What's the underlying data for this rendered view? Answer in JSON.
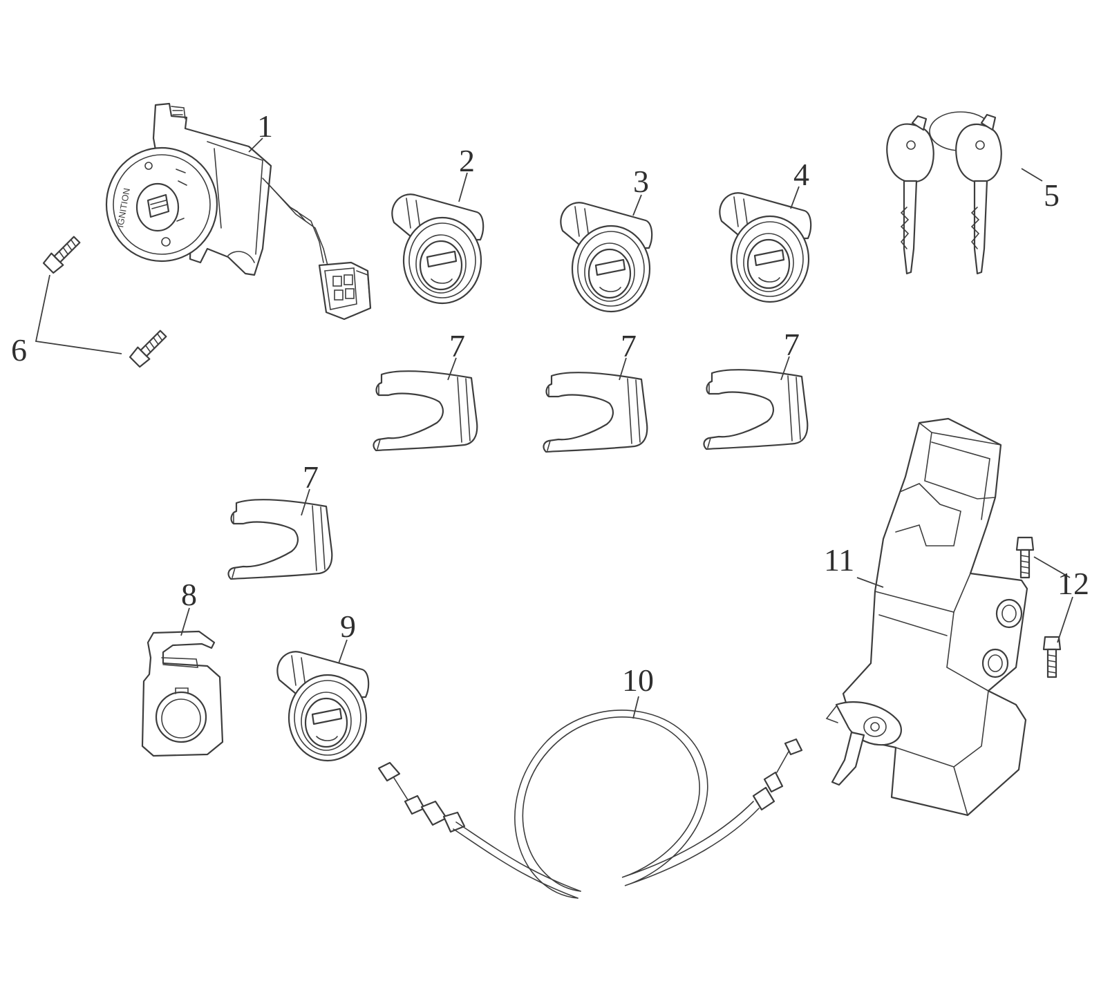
{
  "diagram": {
    "callouts": {
      "c1": "1",
      "c2": "2",
      "c3": "3",
      "c4": "4",
      "c5": "5",
      "c6": "6",
      "c7a": "7",
      "c7b": "7",
      "c7c": "7",
      "c7d": "7",
      "c8": "8",
      "c9": "9",
      "c10": "10",
      "c11": "11",
      "c12": "12"
    },
    "ignition_face_text": "IGNITION"
  }
}
